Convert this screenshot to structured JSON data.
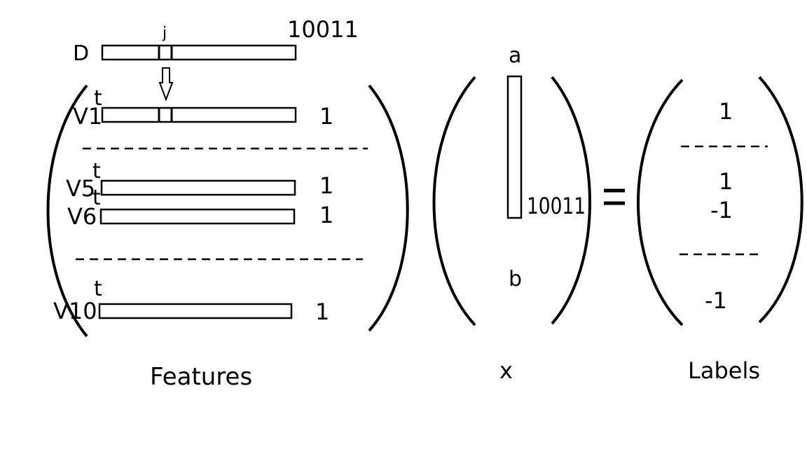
{
  "features": {
    "d_label": "D",
    "d_index_label": "j",
    "d_dim": "10011",
    "transpose_mark": "t",
    "rows": [
      {
        "name": "V1",
        "value": "1"
      },
      {
        "name": "V5",
        "value": "1"
      },
      {
        "name": "V6",
        "value": "1"
      },
      {
        "name": "V10",
        "value": "1"
      }
    ],
    "caption": "Features"
  },
  "x_vector": {
    "top_label": "a",
    "dim": "10011",
    "bottom_label": "b",
    "caption": "x"
  },
  "equals_sign": "=",
  "labels": {
    "values": [
      "1",
      "1",
      "-1",
      "-1"
    ],
    "caption": "Labels"
  }
}
